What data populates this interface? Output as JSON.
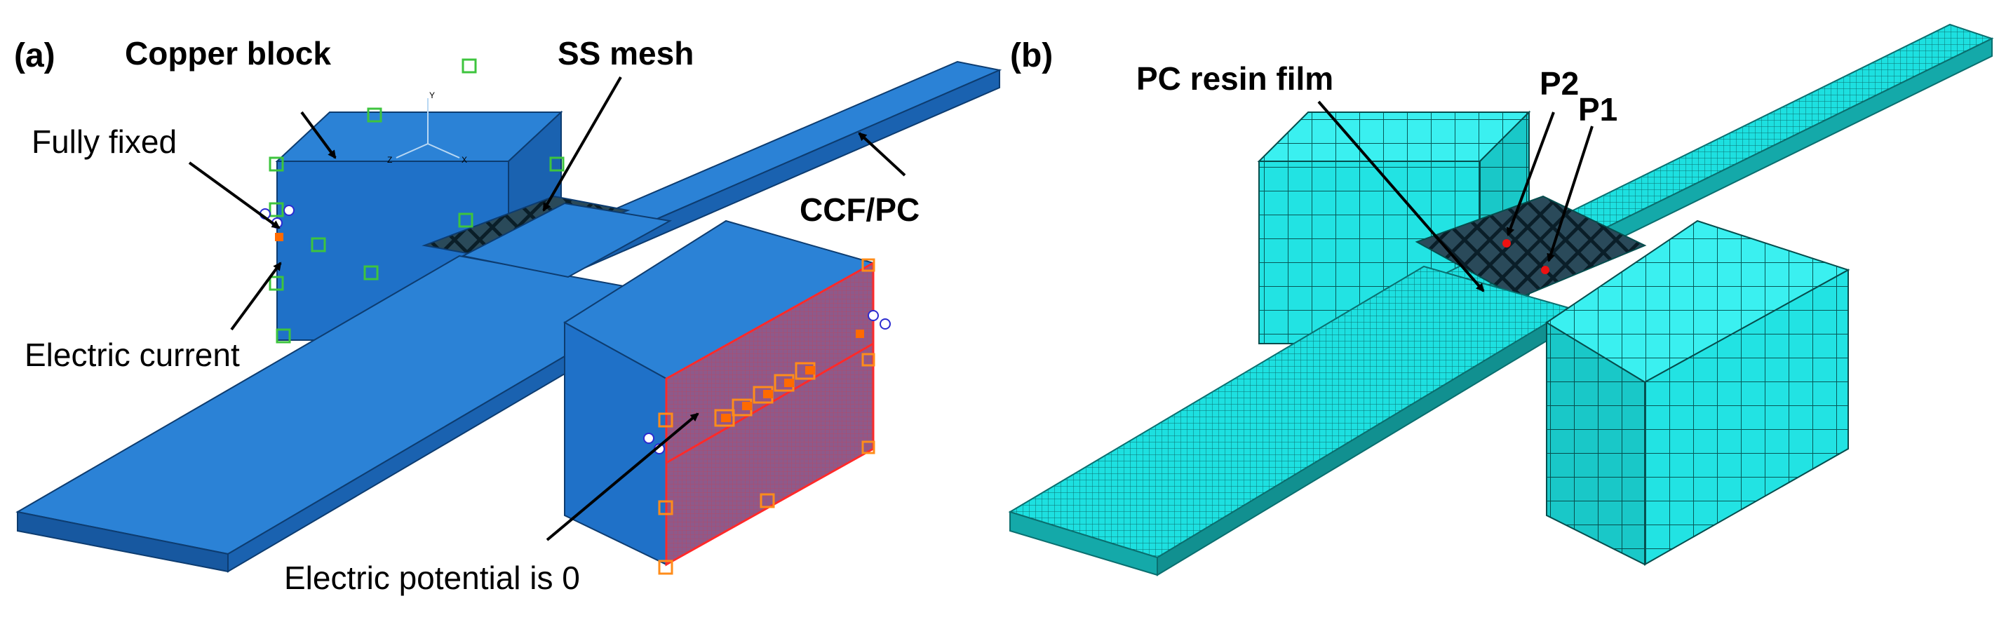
{
  "panel_a": {
    "panel_label": "(a)",
    "labels": {
      "copper_block": "Copper block",
      "ss_mesh": "SS mesh",
      "fully_fixed": "Fully fixed",
      "ccf_pc": "CCF/PC",
      "electric_current": "Electric current",
      "electric_potential": "Electric potential is 0"
    },
    "triad_labels": {
      "y": "Y",
      "z": "Z",
      "x": "X"
    }
  },
  "panel_b": {
    "panel_label": "(b)",
    "labels": {
      "pc_resin_film": "PC resin film",
      "p2": "P2",
      "p1": "P1"
    }
  },
  "colors": {
    "block_blue": "#1f71c8",
    "block_side": "#1a62b0",
    "block_top": "#2b82d6",
    "mesh_cyan": "#1de0e0",
    "boundary_red": "#ff2a2a",
    "marker_green": "#3ec43e",
    "marker_orange": "#ff8c1a",
    "point_red": "#ee1111"
  }
}
